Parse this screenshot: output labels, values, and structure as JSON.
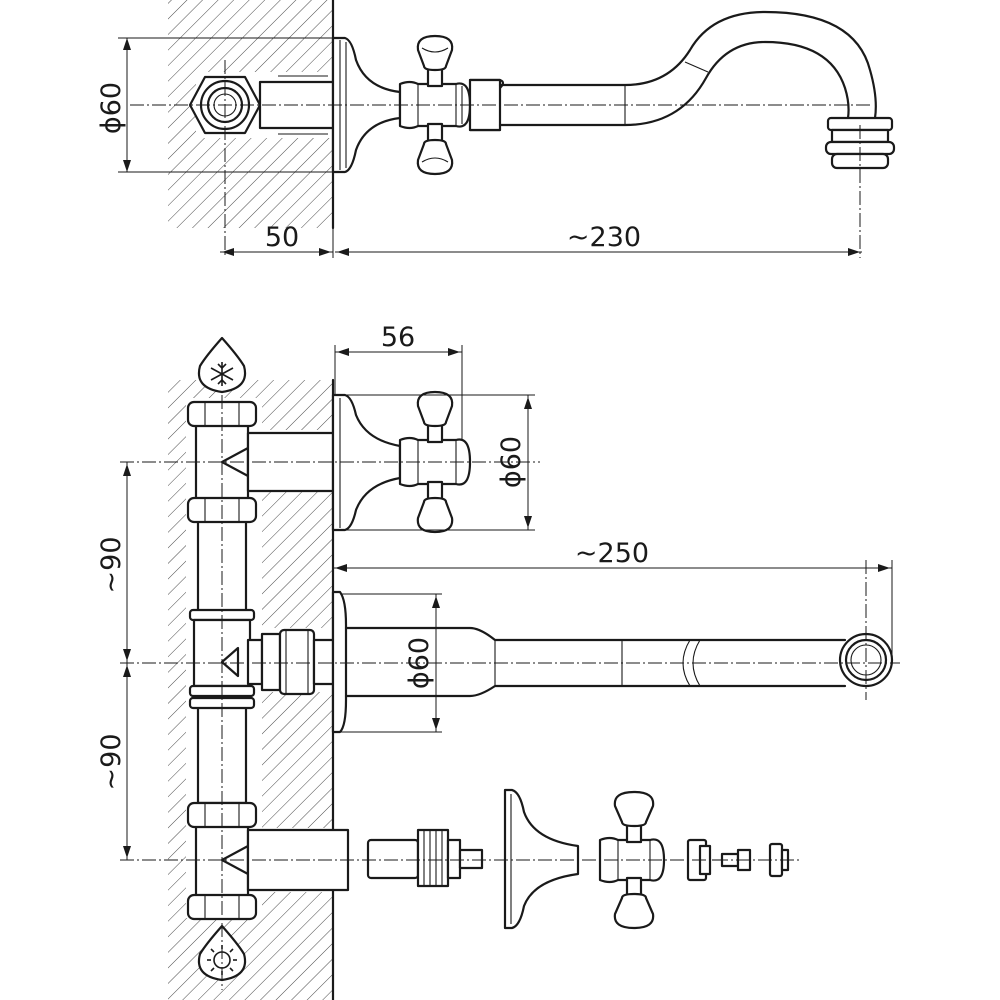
{
  "title": "Wall-mounted two-handle basin mixer — technical drawing",
  "top_view": {
    "diameter_label": "ϕ60",
    "wall_offset_label": "50",
    "spout_reach_label": "~230"
  },
  "front_view": {
    "handle_width_label": "56",
    "handle_diameter_label": "ϕ60",
    "spout_reach_label": "~250",
    "spout_diameter_label": "ϕ60",
    "upper_spacing_label": "~90",
    "lower_spacing_label": "~90"
  },
  "icons": {
    "cold_water": "snowflake-drop-icon",
    "hot_water": "sun-drop-icon"
  }
}
